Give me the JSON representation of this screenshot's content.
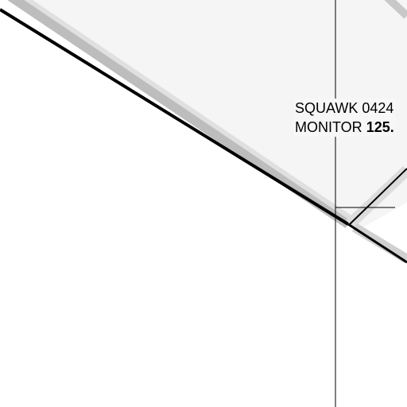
{
  "map": {
    "colors": {
      "airspace_fill": "#f5f5f5",
      "airspace_border_outer": "#bdbdbd",
      "airspace_border_inner": "#dcdcdc",
      "boundary_line": "#000000",
      "background": "#ffffff"
    },
    "notes": {
      "squawk_label": "SQUAWK",
      "squawk_code": "0424",
      "monitor_label": "MONITOR",
      "monitor_frequency": "125."
    }
  }
}
